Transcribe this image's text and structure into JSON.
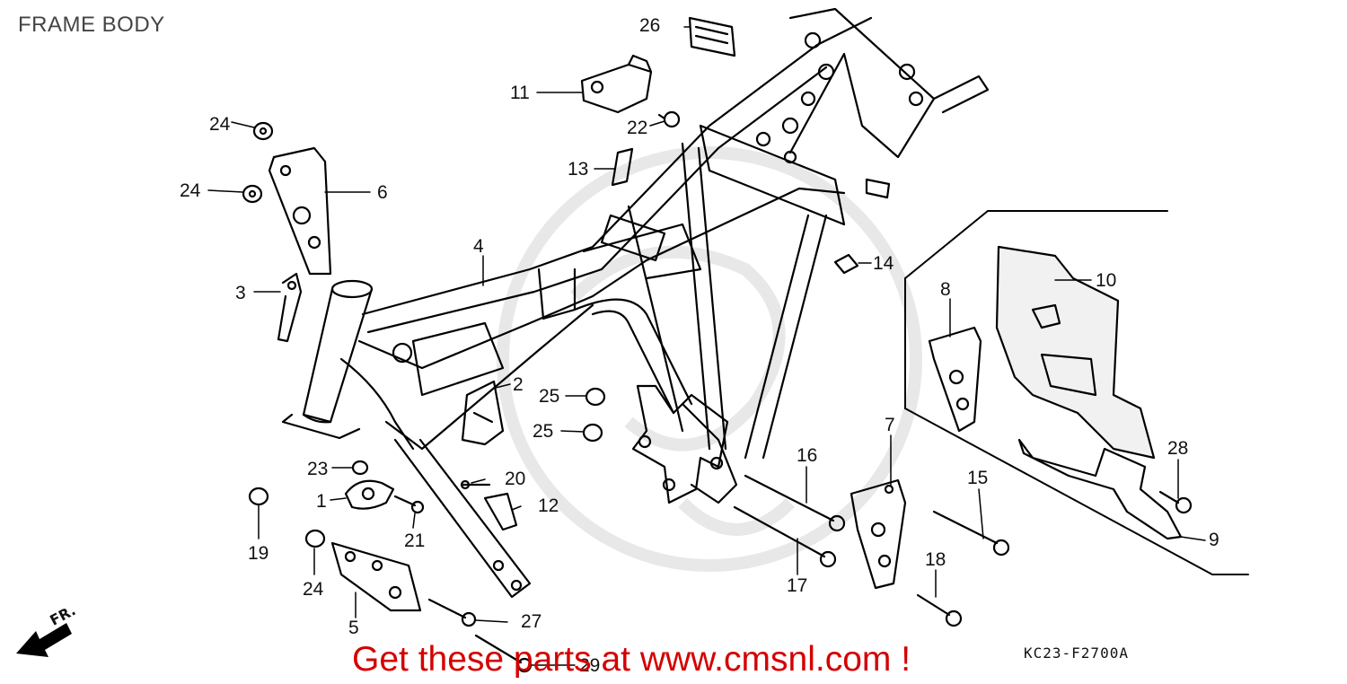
{
  "header": {
    "title": "FRAME BODY"
  },
  "diagram": {
    "callouts": [
      "1",
      "2",
      "3",
      "4",
      "5",
      "6",
      "7",
      "8",
      "9",
      "10",
      "11",
      "12",
      "13",
      "14",
      "15",
      "16",
      "17",
      "18",
      "19",
      "20",
      "21",
      "22",
      "23",
      "24",
      "24",
      "24",
      "25",
      "25",
      "26",
      "27",
      "28",
      "29"
    ],
    "direction_label": "FR.",
    "part_code": "KC23-F2700A"
  },
  "footer": {
    "cta": "Get these parts at www.cmsnl.com !"
  },
  "colors": {
    "line": "#000000",
    "cta": "#d40000",
    "watermark": "#e6e6e6"
  }
}
